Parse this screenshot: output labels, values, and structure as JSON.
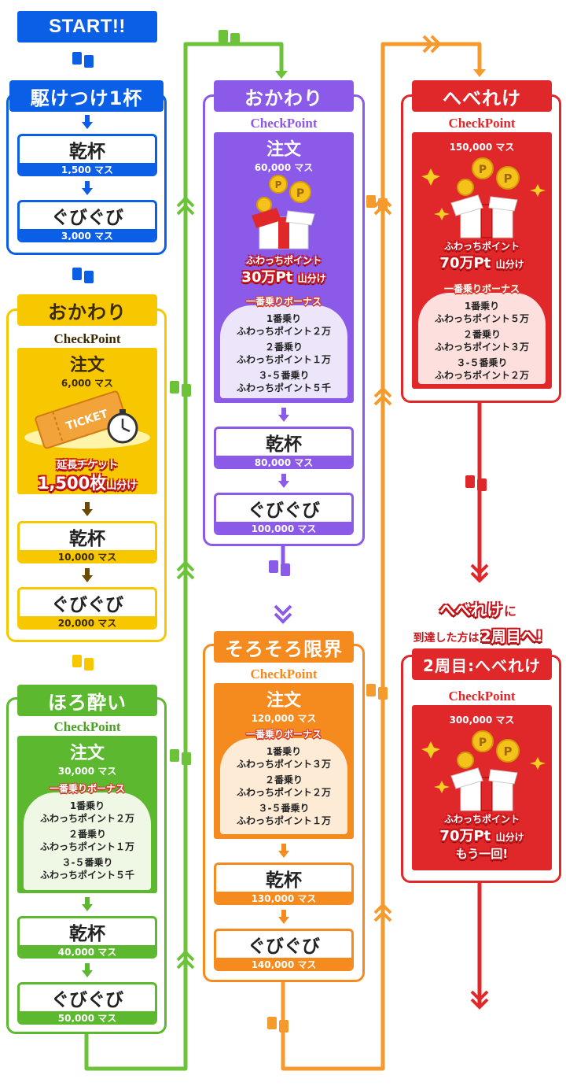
{
  "start": {
    "label": "START!!"
  },
  "stage1": {
    "header": "駆けつけ1杯",
    "m1": {
      "title": "乾杯",
      "value": "1,500 マス"
    },
    "m2": {
      "title": "ぐびぐび",
      "value": "3,000 マス"
    }
  },
  "stage2": {
    "header": "おかわり",
    "checkpoint": "CheckPoint",
    "order_title": "注文",
    "order_value": "6,000 マス",
    "ticket_text": "TICKET",
    "reward_label": "延長チケット",
    "reward_amount": "1,500枚",
    "reward_suffix": "山分け",
    "m1": {
      "title": "乾杯",
      "value": "10,000 マス"
    },
    "m2": {
      "title": "ぐびぐび",
      "value": "20,000 マス"
    }
  },
  "stage3": {
    "header": "ほろ酔い",
    "checkpoint": "CheckPoint",
    "order_title": "注文",
    "order_value": "30,000 マス",
    "bonus_label": "一番乗りボーナス",
    "bonus_lines": [
      "1番乗り",
      "ふわっちポイント２万",
      "２番乗り",
      "ふわっちポイント１万",
      "３-５番乗り",
      "ふわっちポイント５千"
    ],
    "m1": {
      "title": "乾杯",
      "value": "40,000 マス"
    },
    "m2": {
      "title": "ぐびぐび",
      "value": "50,000 マス"
    }
  },
  "stage4": {
    "header": "おかわり",
    "checkpoint": "CheckPoint",
    "order_title": "注文",
    "order_value": "60,000 マス",
    "reward_label": "ふわっちポイント",
    "reward_amount": "30万Pt",
    "reward_suffix": "山分け",
    "bonus_label": "一番乗りボーナス",
    "bonus_lines": [
      "1番乗り",
      "ふわっちポイント２万",
      "２番乗り",
      "ふわっちポイント１万",
      "３-５番乗り",
      "ふわっちポイント５千"
    ],
    "m1": {
      "title": "乾杯",
      "value": "80,000 マス"
    },
    "m2": {
      "title": "ぐびぐび",
      "value": "100,000 マス"
    }
  },
  "stage5": {
    "header": "そろそろ限界",
    "checkpoint": "CheckPoint",
    "order_title": "注文",
    "order_value": "120,000 マス",
    "bonus_label": "一番乗りボーナス",
    "bonus_lines": [
      "1番乗り",
      "ふわっちポイント３万",
      "２番乗り",
      "ふわっちポイント２万",
      "３-５番乗り",
      "ふわっちポイント１万"
    ],
    "m1": {
      "title": "乾杯",
      "value": "130,000 マス"
    },
    "m2": {
      "title": "ぐびぐび",
      "value": "140,000 マス"
    }
  },
  "stage6": {
    "header": "へべれけ",
    "checkpoint": "CheckPoint",
    "order_value": "150,000 マス",
    "reward_label": "ふわっちポイント",
    "reward_amount": "70万Pt",
    "reward_suffix": "山分け",
    "bonus_label": "一番乗りボーナス",
    "bonus_lines": [
      "1番乗り",
      "ふわっちポイント５万",
      "２番乗り",
      "ふわっちポイント３万",
      "３-５番乗り",
      "ふわっちポイント２万"
    ]
  },
  "note": {
    "line1a": "へべれけ",
    "line1b": "に",
    "line2a": "到達した方は",
    "line2b": "2周目へ!"
  },
  "stage7": {
    "header": "2周目:へべれけ",
    "checkpoint": "CheckPoint",
    "order_value": "300,000 マス",
    "reward_label": "ふわっちポイント",
    "reward_amount": "70万Pt",
    "reward_suffix": "山分け",
    "reward_extra": "もう一回!"
  },
  "colors": {
    "blue": "#0b5fe6",
    "yellow": "#f7c800",
    "green": "#5cb82e",
    "purple": "#8c5ae8",
    "orange": "#f58a1f",
    "red": "#e0282b"
  }
}
